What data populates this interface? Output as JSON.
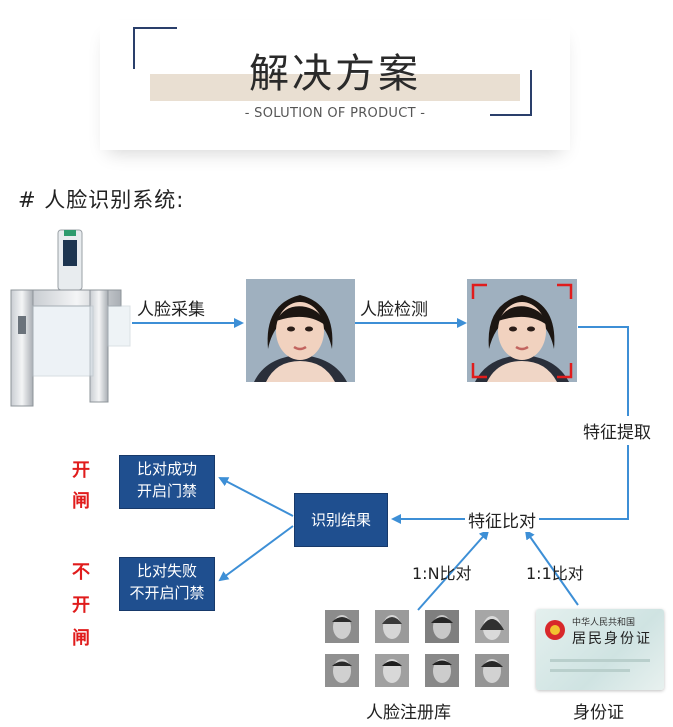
{
  "header": {
    "title": "解决方案",
    "subtitle": "- SOLUTION OF PRODUCT -"
  },
  "section": {
    "title": "# 人脸识别系统:"
  },
  "flow": {
    "capture_label": "人脸采集",
    "detect_label": "人脸检测",
    "extract_label": "特征提取",
    "compare_label": "特征比对",
    "result_box": "识别结果",
    "success_box": [
      "比对成功",
      "开启门禁"
    ],
    "fail_box": [
      "比对失败",
      "不开启门禁"
    ],
    "open_gate": [
      "开",
      "闸"
    ],
    "not_open_gate": [
      "不",
      "开",
      "闸"
    ],
    "one_to_n": "1:N比对",
    "one_to_one": "1:1比对",
    "face_db": "人脸注册库",
    "id_card": "身份证"
  },
  "id_card_text": {
    "country": "中华人民共和国",
    "title": "居民身份证"
  },
  "colors": {
    "arrow": "#3d8fd6",
    "box": "#1f4f8f",
    "red": "#e01c1c",
    "title_band": "#e9dfd2",
    "bracket": "#2a3f6b"
  }
}
